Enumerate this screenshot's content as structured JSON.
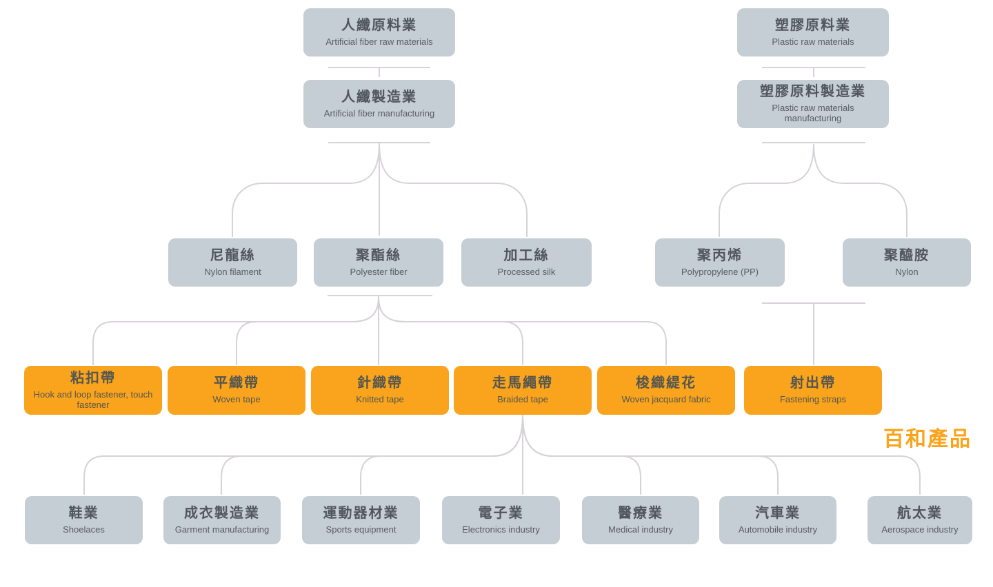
{
  "colors": {
    "box_gray": "#c5ced4",
    "box_orange": "#f9a41c",
    "connector_line": "#d7d2d7",
    "title_text": "#50565b",
    "subtitle_text": "#565e63",
    "label_orange": "#f9a41c",
    "background": "#ffffff"
  },
  "upstream": {
    "fiber": [
      {
        "title": "人纖原料業",
        "subtitle": "Artificial fiber raw materials"
      },
      {
        "title": "人纖製造業",
        "subtitle": "Artificial fiber manufacturing"
      }
    ],
    "plastic": [
      {
        "title": "塑膠原料業",
        "subtitle": "Plastic raw materials"
      },
      {
        "title": "塑膠原料製造業",
        "subtitle": "Plastic raw materials manufacturing"
      }
    ]
  },
  "midstream": [
    {
      "title": "尼龍絲",
      "subtitle": "Nylon filament"
    },
    {
      "title": "聚酯絲",
      "subtitle": "Polyester fiber"
    },
    {
      "title": "加工絲",
      "subtitle": "Processed silk"
    },
    {
      "title": "聚丙烯",
      "subtitle": "Polypropylene (PP)"
    },
    {
      "title": "聚醯胺",
      "subtitle": "Nylon"
    }
  ],
  "products": [
    {
      "title": "粘扣帶",
      "subtitle": "Hook and loop fastener, touch fastener"
    },
    {
      "title": "平織帶",
      "subtitle": "Woven tape"
    },
    {
      "title": "針織帶",
      "subtitle": "Knitted tape"
    },
    {
      "title": "走馬繩帶",
      "subtitle": "Braided tape"
    },
    {
      "title": "梭織緹花",
      "subtitle": "Woven jacquard fabric"
    },
    {
      "title": "射出帶",
      "subtitle": "Fastening straps"
    }
  ],
  "products_label": "百和產品",
  "downstream": [
    {
      "title": "鞋業",
      "subtitle": "Shoelaces"
    },
    {
      "title": "成衣製造業",
      "subtitle": "Garment manufacturing"
    },
    {
      "title": "運動器材業",
      "subtitle": "Sports equipment"
    },
    {
      "title": "電子業",
      "subtitle": "Electronics industry"
    },
    {
      "title": "醫療業",
      "subtitle": "Medical industry"
    },
    {
      "title": "汽車業",
      "subtitle": "Automobile industry"
    },
    {
      "title": "航太業",
      "subtitle": "Aerospace industry"
    }
  ]
}
